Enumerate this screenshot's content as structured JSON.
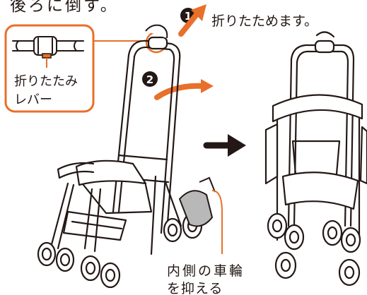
{
  "heading": "後ろに倒す。",
  "step_markers": [
    "1",
    "2"
  ],
  "fold_label": "折りたためます。",
  "lever_label": [
    "折りたたみ",
    "レバー"
  ],
  "wheel_label": [
    "内側の車輪",
    "を抑える"
  ],
  "colors": {
    "accent": "#e8702a",
    "line": "#231815",
    "shade": "#b8b8b8"
  }
}
